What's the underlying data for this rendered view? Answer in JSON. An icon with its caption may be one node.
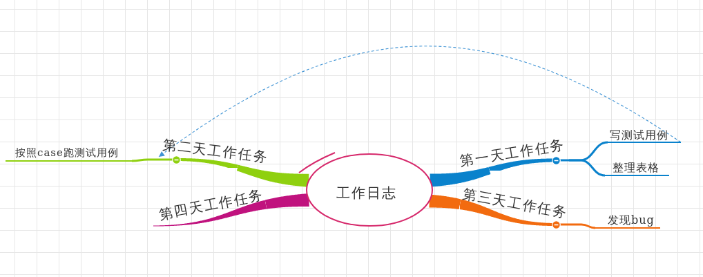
{
  "diagram": {
    "nodes": [
      {
        "text": [
          "工作日志"
        ]
      },
      {
        "text": [
          "第一天工作任务"
        ]
      },
      {
        "text": [
          "写测试用例"
        ]
      },
      {
        "text": [
          "整理表格"
        ]
      },
      {
        "text": [
          "第二天工作任务"
        ]
      },
      {
        "text": [
          "按照case跑测试用例"
        ]
      },
      {
        "text": [
          "第三天工作任务"
        ]
      },
      {
        "text": [
          "发现bug"
        ]
      },
      {
        "text": [
          "第四天工作任务"
        ]
      }
    ],
    "edges": [
      {
        "from": 0,
        "to": 1,
        "arrow": "none",
        "style": "thick",
        "color": "#0a82cc"
      },
      {
        "from": 1,
        "to": 2,
        "arrow": "none",
        "color": "#0a82cc"
      },
      {
        "from": 1,
        "to": 3,
        "arrow": "none",
        "color": "#0a82cc"
      },
      {
        "from": 0,
        "to": 4,
        "arrow": "none",
        "style": "thick",
        "color": "#8fd00f"
      },
      {
        "from": 4,
        "to": 5,
        "arrow": "none",
        "color": "#8fd00f"
      },
      {
        "from": 0,
        "to": 6,
        "arrow": "none",
        "style": "thick",
        "color": "#f26b0f"
      },
      {
        "from": 6,
        "to": 7,
        "arrow": "none",
        "color": "#f26b0f"
      },
      {
        "from": 0,
        "to": 8,
        "arrow": "none",
        "style": "thick",
        "color": "#c0127e"
      },
      {
        "from": 2,
        "to": 4,
        "arrow": "to",
        "style": "dashed",
        "color": "#3f93d4"
      }
    ]
  }
}
